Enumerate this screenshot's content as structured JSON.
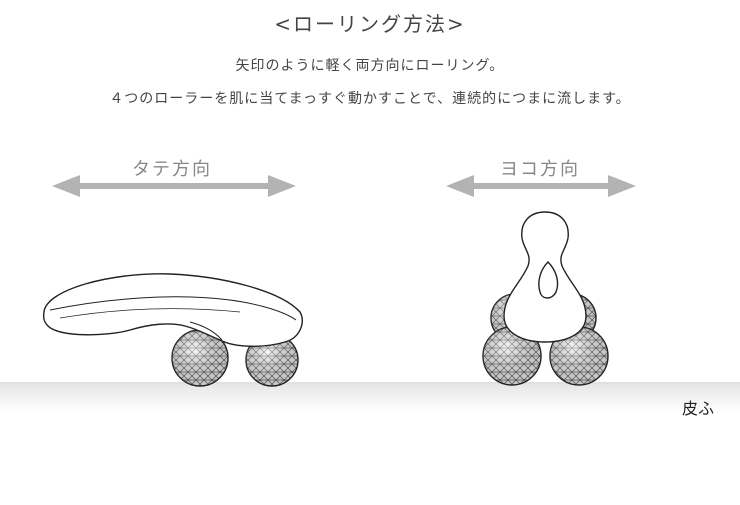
{
  "header": {
    "title": "<ローリング方法>",
    "line1": "矢印のように軽く両方向にローリング。",
    "line2": "４つのローラーを肌に当てまっすぐ動かすことで、連続的につまに流します。"
  },
  "directions": {
    "vertical_label": "タテ方向",
    "horizontal_label": "ヨコ方向"
  },
  "skin": {
    "label": "皮ふ"
  },
  "colors": {
    "arrow": "#b3b3b3",
    "skin_top": "#e6e6e6",
    "outline": "#222222"
  }
}
